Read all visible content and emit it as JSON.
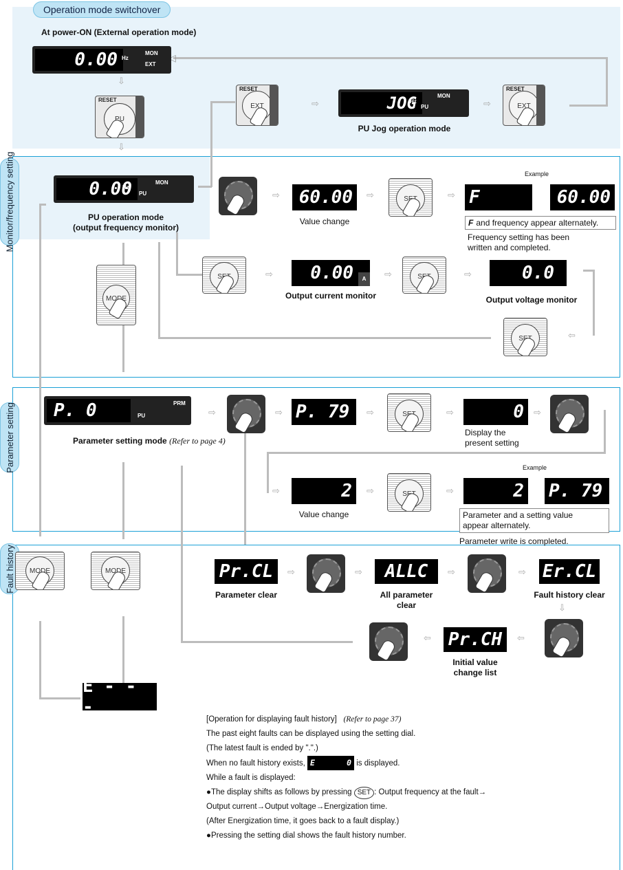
{
  "header": {
    "tab": "Operation mode switchover",
    "poweron": "At power-ON (External operation mode)"
  },
  "sides": {
    "monitor": "Monitor/frequency setting",
    "param": "Parameter setting",
    "fault": "Fault history"
  },
  "lcd": {
    "ext": "0.00",
    "jog": "JOG",
    "pu": "0.00",
    "v6000": "60.00",
    "f": "F",
    "v6000b": "60.00",
    "cur": "0.00",
    "volt": "0.0",
    "p0": "P.  0",
    "p79": "P. 79",
    "zero": "0",
    "two": "2",
    "two2": "2",
    "p79b": "P. 79",
    "prcl": "Pr.CL",
    "allc": "ALLC",
    "ercl": "Er.CL",
    "prch": "Pr.CH",
    "efault": "E - - -",
    "e0a": "E",
    "e0b": "0"
  },
  "ind": {
    "hz": "Hz",
    "mon": "MON",
    "ext": "EXT",
    "pu": "PU",
    "prm": "PRM",
    "a": "A"
  },
  "keys": {
    "reset": "RESET",
    "pu": "PU",
    "ext": "EXT",
    "mode": "MODE",
    "set": "SET"
  },
  "labels": {
    "jogmode": "PU Jog operation mode",
    "pumode1": "PU operation mode",
    "pumode2": "(output frequency monitor)",
    "valchange": "Value change",
    "example": "Example",
    "falt": "and frequency appear alternately.",
    "fsetdone1": "Frequency setting has been",
    "fsetdone2": "written and completed.",
    "curmon": "Output current monitor",
    "voltmon": "Output voltage monitor",
    "parmode": "Parameter setting mode",
    "refer4": "(Refer to page 4)",
    "disp1": "Display the",
    "disp2": "present setting",
    "valchange2": "Value change",
    "paralt1": "Parameter and a setting value",
    "paralt2": "appear alternately.",
    "pardone": "Parameter write is completed.",
    "parclear": "Parameter clear",
    "allclear1": "All parameter",
    "allclear2": "clear",
    "faultclear": "Fault history clear",
    "initchg1": "Initial value",
    "initchg2": "change list"
  },
  "fault": {
    "head": "[Operation for displaying fault history]",
    "refer37": "(Refer to page 37)",
    "l1": "The past eight faults can be displayed using the setting dial.",
    "l2": "(The latest fault is ended by \".\".)",
    "l3a": "When no fault history exists,",
    "l3b": "is displayed.",
    "l4": "While a fault is displayed:",
    "l5a": "●The display shifts as follows by pressing",
    "l5b": ": Output frequency at the fault→",
    "l6": "Output current→Output voltage→Energization time.",
    "l7": "(After Energization time, it goes back to a fault display.)",
    "l8": "●Pressing the setting dial shows the fault history number."
  },
  "arrow": "⇨"
}
